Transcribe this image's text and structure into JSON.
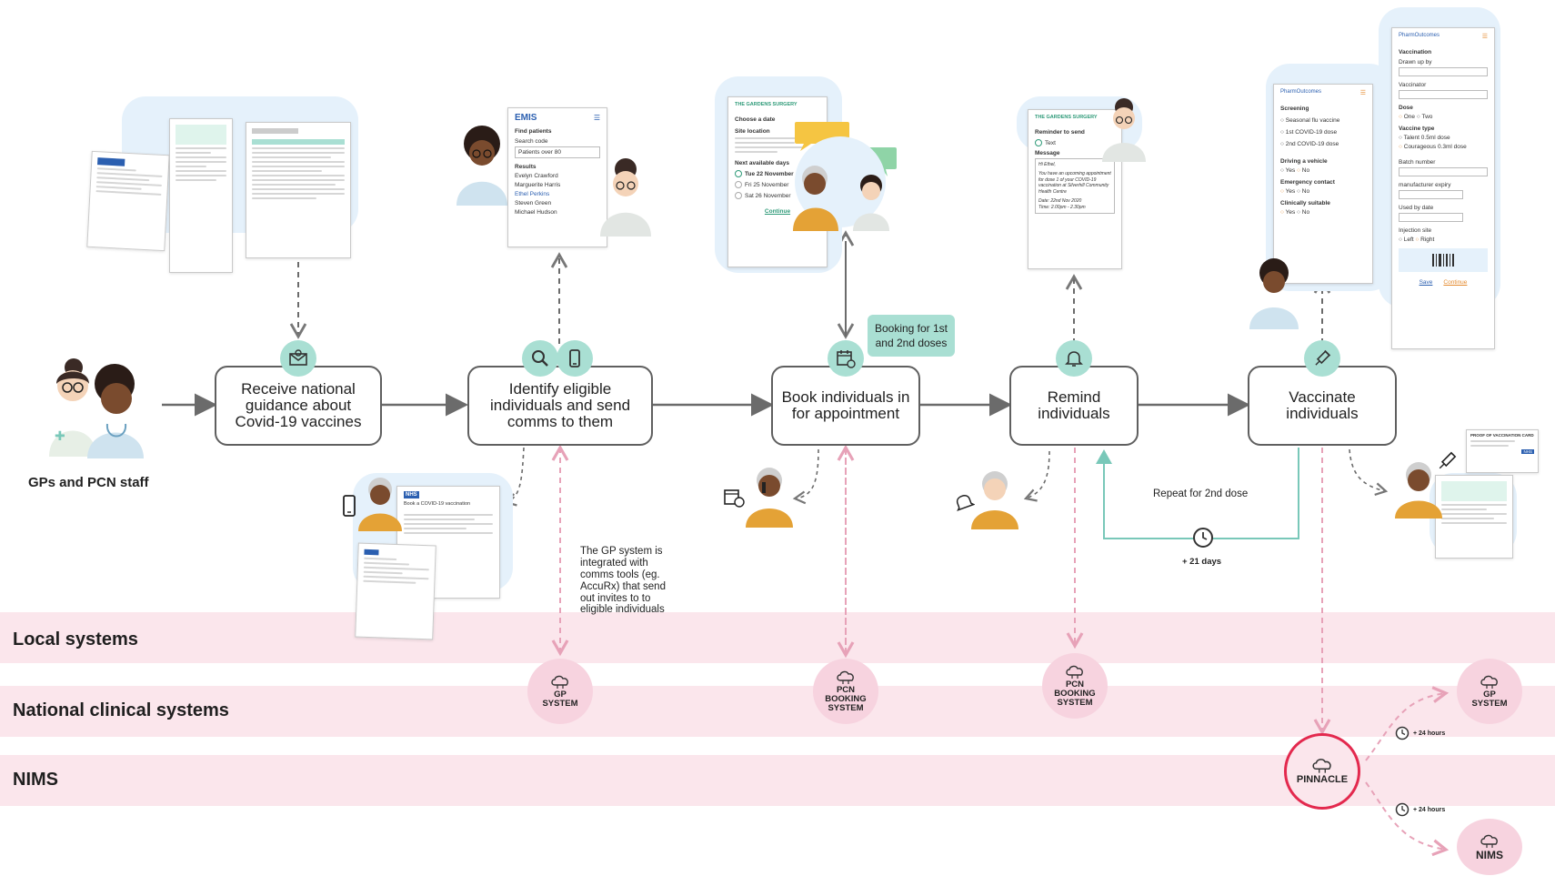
{
  "staff_label": "GPs and PCN staff",
  "steps": [
    {
      "label": "Receive national guidance about Covid-19 vaccines",
      "icon": "envelope-icon"
    },
    {
      "label": "Identify eligible individuals and send comms to them",
      "icon": "search-icon"
    },
    {
      "label": "Book individuals in for appointment",
      "icon": "calendar-icon"
    },
    {
      "label": "Remind individuals",
      "icon": "bell-icon"
    },
    {
      "label": "Vaccinate individuals",
      "icon": "syringe-icon"
    }
  ],
  "booking_note": "Booking for 1st and 2nd doses",
  "gp_note": "The GP system is integrated with comms tools (eg. AccuRx) that send out invites to to eligible individuals",
  "repeat_label": "Repeat for 2nd dose",
  "repeat_interval": "+ 21 days",
  "bands": [
    {
      "label": "Local systems"
    },
    {
      "label": "National clinical systems"
    },
    {
      "label": "NIMS"
    }
  ],
  "systems": {
    "gp_system": "GP SYSTEM",
    "pcn_booking_1": "PCN BOOKING SYSTEM",
    "pcn_booking_2": "PCN BOOKING SYSTEM",
    "pinnacle": "PINNACLE",
    "gp_system_right": "GP SYSTEM",
    "nims": "NIMS"
  },
  "delays": {
    "to_gp": "+ 24 hours",
    "to_nims": "+ 24 hours"
  },
  "emis": {
    "brand": "EMIS",
    "title": "Find patients",
    "search_label": "Search code",
    "search_value": "Patients over 80",
    "results_label": "Results",
    "patients": [
      "Evelyn Crawford",
      "Marguerite Harris",
      "Ethel Perkins",
      "Steven Green",
      "Michael Hudson"
    ]
  },
  "booking_card": {
    "surgery": "THE GARDENS SURGERY",
    "title": "Choose a date",
    "site_label": "Site location",
    "next_label": "Next available days",
    "dates": [
      "Tue 22 November",
      "Fri 25 November",
      "Sat 26 November"
    ],
    "continue": "Continue"
  },
  "reminder_card": {
    "surgery": "THE GARDENS SURGERY",
    "title": "Reminder to send",
    "option": "Text",
    "message_label": "Message",
    "greeting": "Hi Ethel,",
    "body": "You have an upcoming appointment for dose 1 of your COVID-19 vaccination at Silverhill Community Health Centre",
    "date": "Date: 22nd Nov 2020",
    "time": "Time: 2.00pm - 2.30pm"
  },
  "pharm_screen": {
    "brand": "PharmOutcomes",
    "title": "Screening",
    "options": [
      "Seasonal flu vaccine",
      "1st COVID-19 dose",
      "2nd COVID-19 dose"
    ],
    "questions": [
      "Driving a vehicle",
      "Emergency contact",
      "Clinically suitable"
    ],
    "yes": "Yes",
    "no": "No"
  },
  "pharm_vacc": {
    "brand": "PharmOutcomes",
    "title": "Vaccination",
    "drawn_label": "Drawn up by",
    "vaccinator_label": "Vaccinator",
    "dose_label": "Dose",
    "dose_options": [
      "One",
      "Two"
    ],
    "type_label": "Vaccine type",
    "types": [
      "Talent 0.5ml dose",
      "Courageous 0.3ml dose"
    ],
    "batch_label": "Batch number",
    "expiry_label": "manufacturer expiry",
    "use_label": "Used by date",
    "site_label": "Injection site",
    "sites": [
      "Left",
      "Right"
    ],
    "save": "Save",
    "continue": "Continue"
  },
  "proof_card": {
    "title": "PROOF OF VACCINATION CARD",
    "badge": "NHS"
  },
  "nhs_letter": {
    "badge": "NHS",
    "title": "Book a COVID-19 vaccination"
  },
  "colors": {
    "teal": "#a9dfd3",
    "teal_line": "#79c8b9",
    "pink_band": "#fbe6ec",
    "pink_circle": "#f7d3df",
    "pink_arrow": "#e7a2b8",
    "pinnacle_ring": "#e3294e",
    "box_border": "#5f5f5f",
    "panel_blue": "#e5f1fb"
  }
}
